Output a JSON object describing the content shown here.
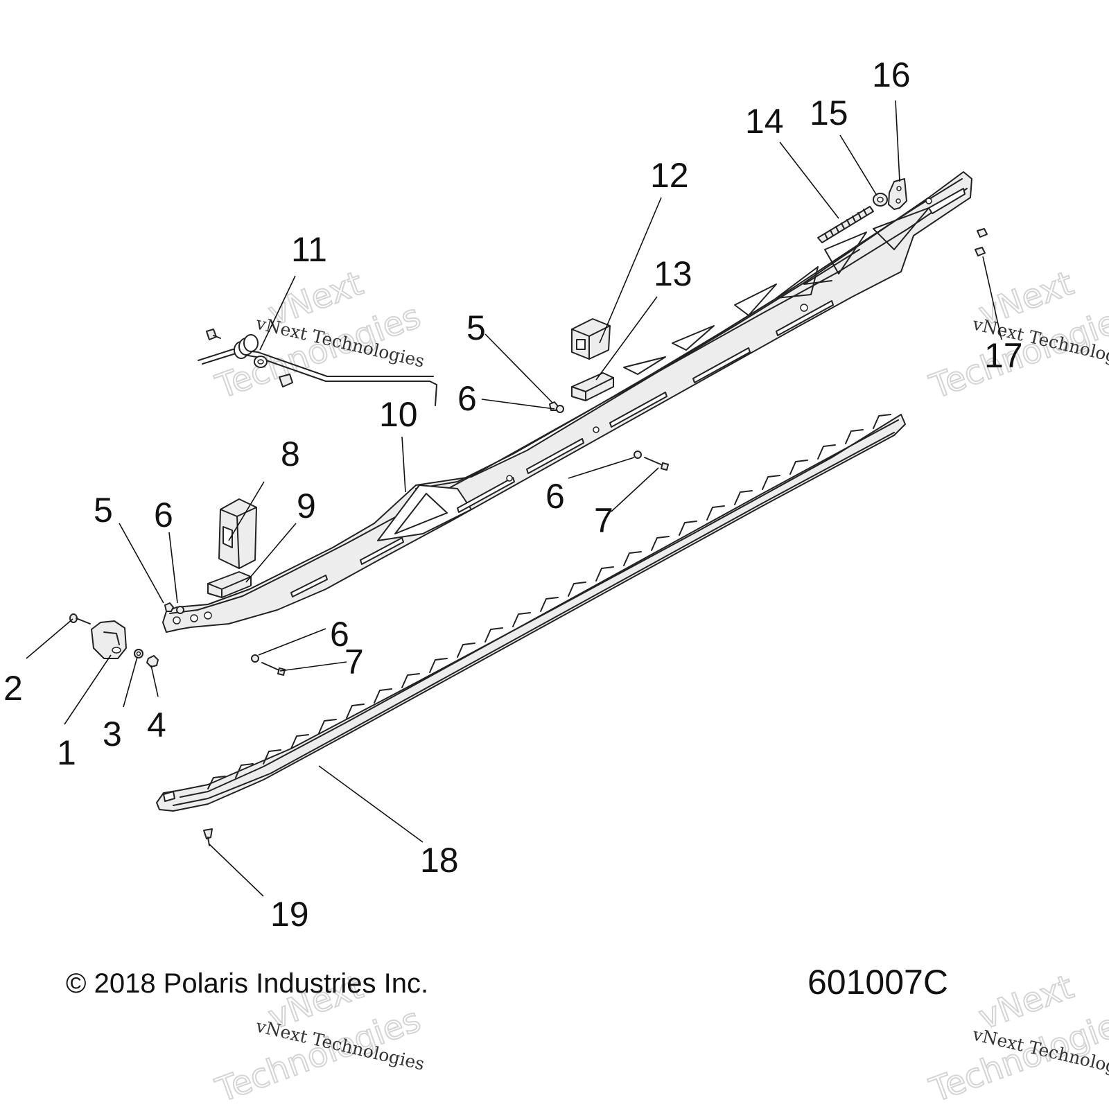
{
  "callouts": [
    {
      "id": "c1",
      "label": "1"
    },
    {
      "id": "c2",
      "label": "2"
    },
    {
      "id": "c3",
      "label": "3"
    },
    {
      "id": "c4",
      "label": "4"
    },
    {
      "id": "c5a",
      "label": "5"
    },
    {
      "id": "c5b",
      "label": "5"
    },
    {
      "id": "c6a",
      "label": "6"
    },
    {
      "id": "c6b",
      "label": "6"
    },
    {
      "id": "c6c",
      "label": "6"
    },
    {
      "id": "c6d",
      "label": "6"
    },
    {
      "id": "c7a",
      "label": "7"
    },
    {
      "id": "c7b",
      "label": "7"
    },
    {
      "id": "c8",
      "label": "8"
    },
    {
      "id": "c9",
      "label": "9"
    },
    {
      "id": "c10",
      "label": "10"
    },
    {
      "id": "c11",
      "label": "11"
    },
    {
      "id": "c12",
      "label": "12"
    },
    {
      "id": "c13",
      "label": "13"
    },
    {
      "id": "c14",
      "label": "14"
    },
    {
      "id": "c15",
      "label": "15"
    },
    {
      "id": "c16",
      "label": "16"
    },
    {
      "id": "c17",
      "label": "17"
    },
    {
      "id": "c18",
      "label": "18"
    },
    {
      "id": "c19",
      "label": "19"
    }
  ],
  "footer": {
    "copyright": "© 2018 Polaris Industries Inc.",
    "drawing_id": "601007C"
  },
  "watermark": {
    "line_small": "vNext Technologies",
    "big_word_1": "vNext",
    "big_word_2": "Technologies"
  }
}
